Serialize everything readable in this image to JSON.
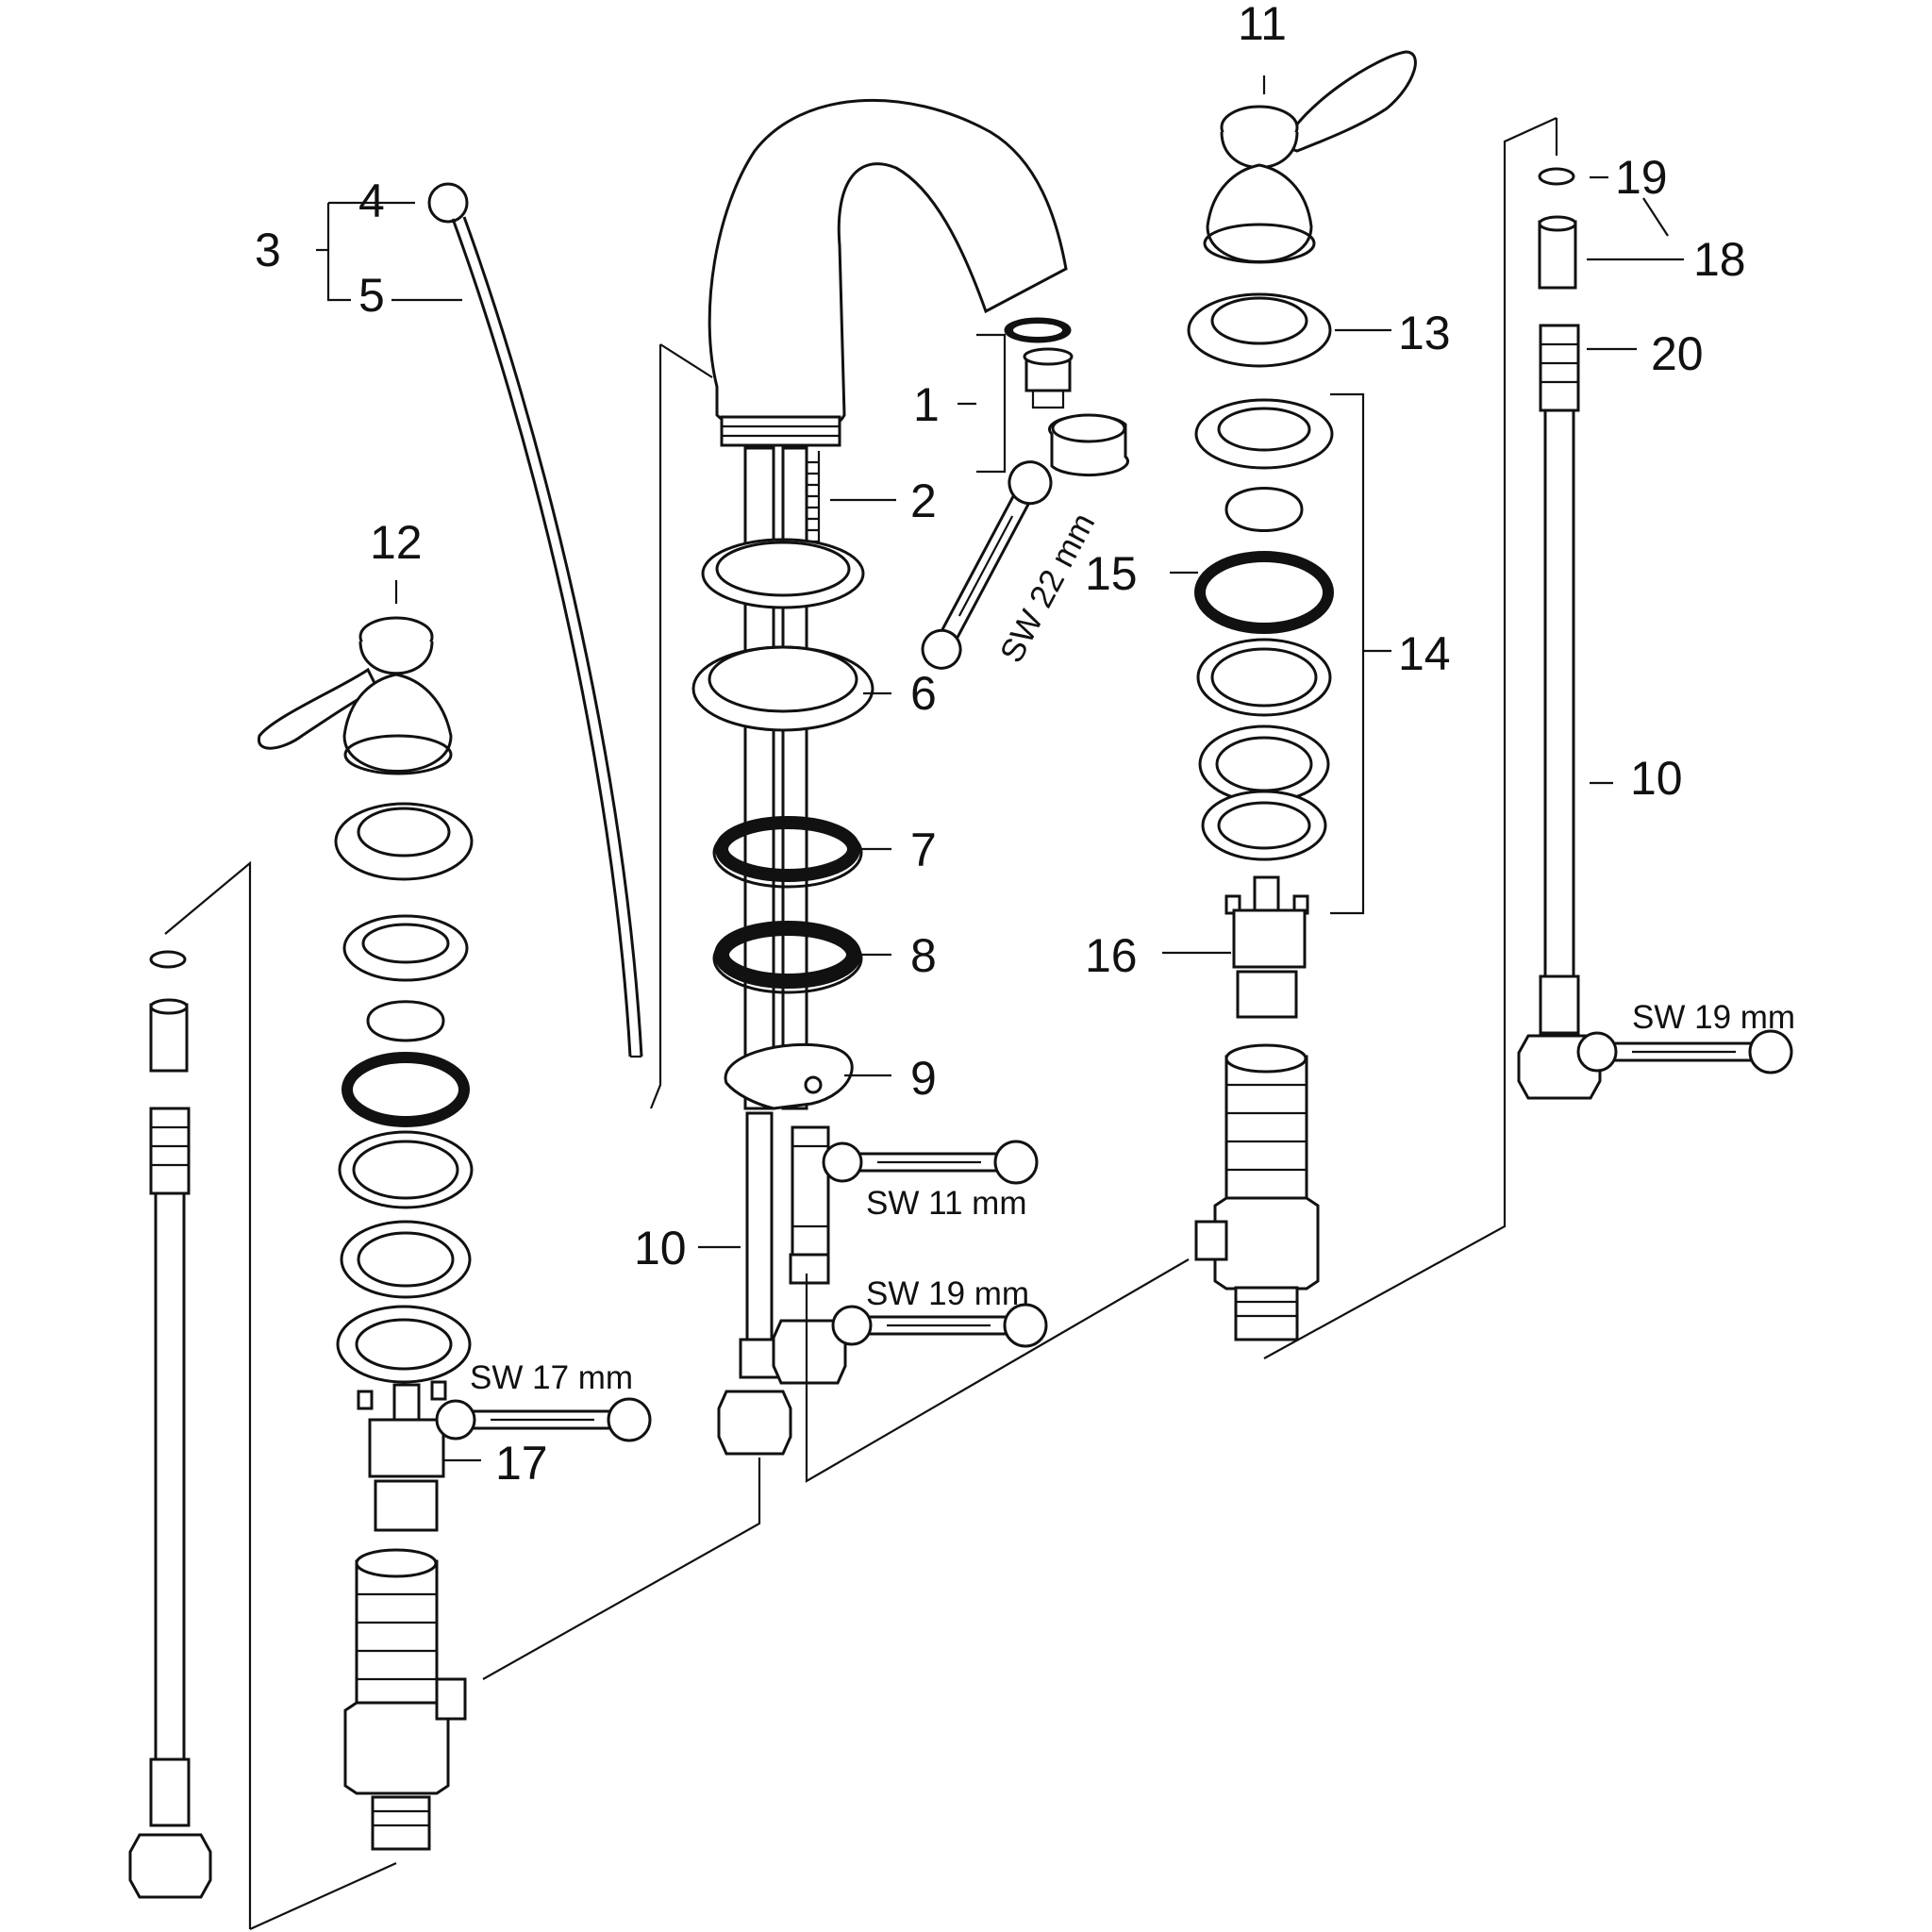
{
  "callouts": {
    "c1": "1",
    "c2": "2",
    "c3": "3",
    "c4": "4",
    "c5": "5",
    "c6": "6",
    "c7": "7",
    "c8": "8",
    "c9": "9",
    "c10a": "10",
    "c10b": "10",
    "c11": "11",
    "c12": "12",
    "c13": "13",
    "c14": "14",
    "c15": "15",
    "c16": "16",
    "c17": "17",
    "c18": "18",
    "c19": "19",
    "c20": "20"
  },
  "wrenches": {
    "sw22": "SW 22 mm",
    "sw11": "SW 11 mm",
    "sw19_center": "SW 19 mm",
    "sw17": "SW 17 mm",
    "sw19_right": "SW 19 mm"
  },
  "colors": {
    "ink": "#111111",
    "paper": "#ffffff"
  }
}
